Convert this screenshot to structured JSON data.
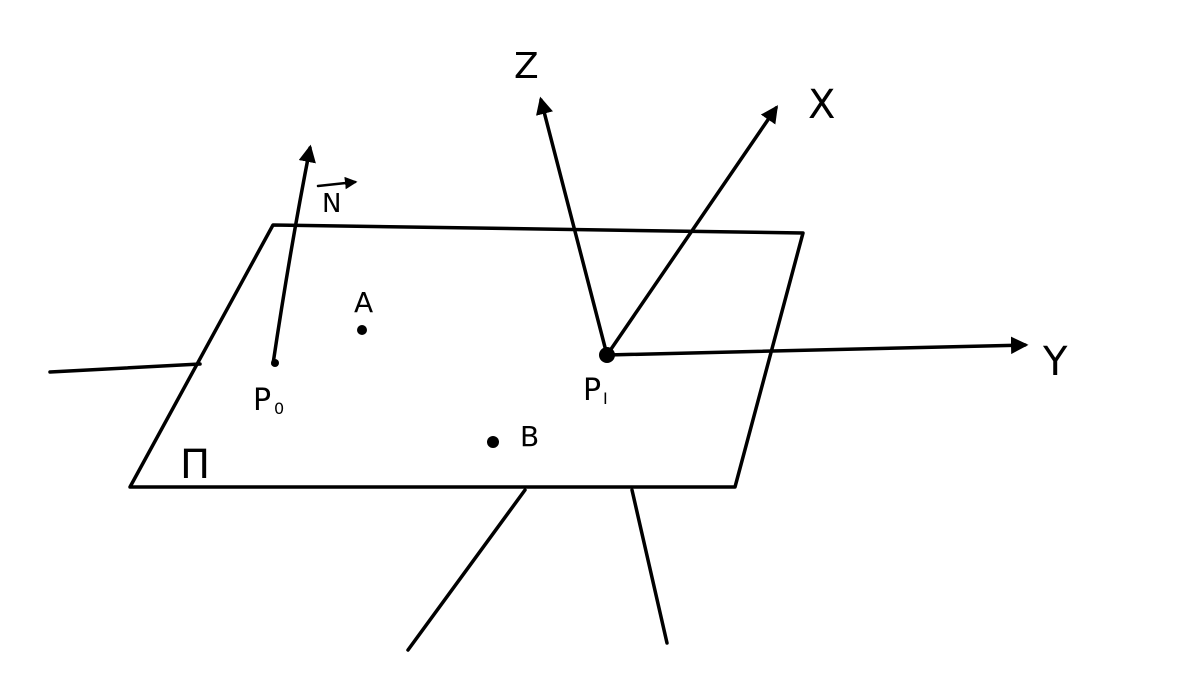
{
  "diagram": {
    "plane_label": "Π",
    "normal_label": "N",
    "point_a_label": "A",
    "point_b_label": "B",
    "point_p0_label": "P",
    "point_p0_subscript": "0",
    "point_pi_label": "P",
    "point_pi_subscript": "I",
    "axis_z_label": "Z",
    "axis_x_label": "X",
    "axis_y_label": "Y",
    "ink_color": "#000000",
    "background_color": "#ffffff"
  }
}
